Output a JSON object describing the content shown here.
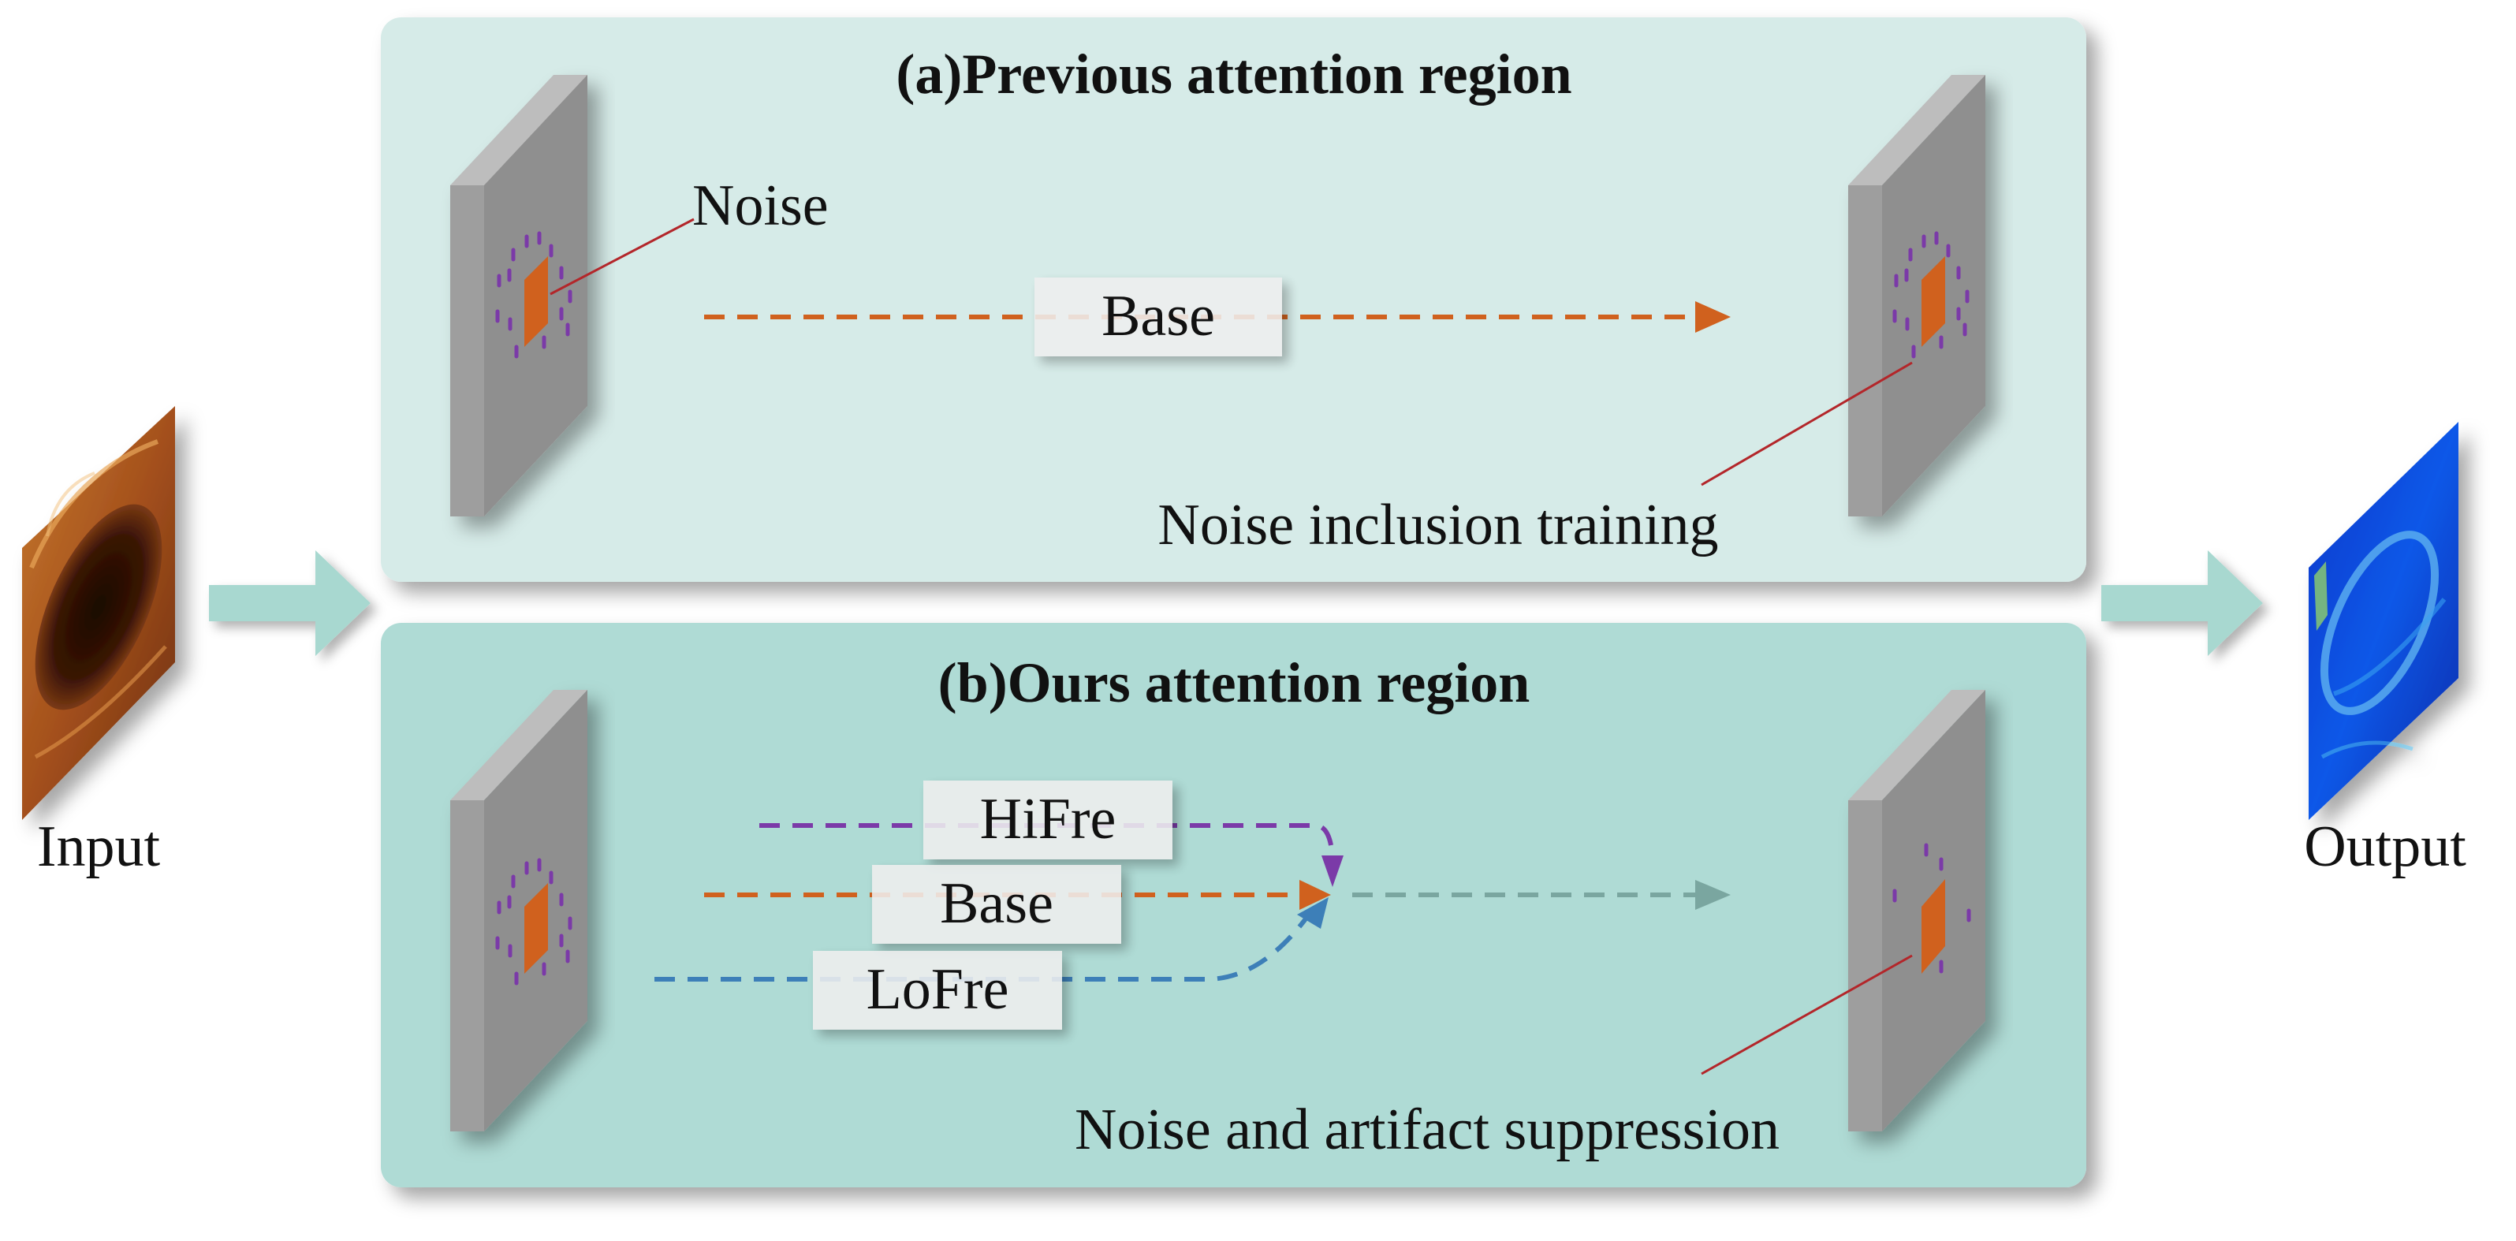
{
  "panel_a": {
    "title": "(a)Previous attention region",
    "noise_label": "Noise",
    "base_label": "Base",
    "caption": "Noise inclusion training"
  },
  "panel_b": {
    "title": "(b)Ours attention region",
    "hifre_label": "HiFre",
    "base_label": "Base",
    "lofre_label": "LoFre",
    "caption": "Noise and artifact suppression"
  },
  "input_label": "Input",
  "output_label": "Output",
  "colors": {
    "panel_a_bg": "#d6ebe8",
    "panel_b_bg": "#afdbd5",
    "arrow_teal": "#a8d8d0",
    "base_orange": "#d0611e",
    "hifre_purple": "#7b3aa8",
    "lofre_blue": "#3d7fb8",
    "output_gray": "#7aa6a0",
    "callout_red": "#b3262a",
    "plate_front": "#8f8f8f",
    "plate_top": "#b8b8b8"
  }
}
